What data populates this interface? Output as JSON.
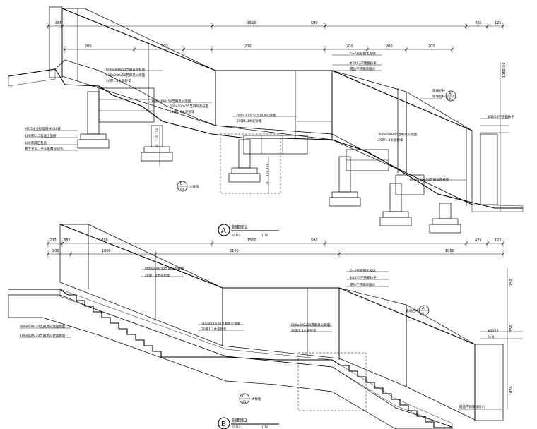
{
  "section_a": {
    "dims_top": [
      "385",
      "1510",
      "590",
      "425",
      "125"
    ],
    "dims_second": [
      "200",
      "200",
      "200",
      "200",
      "200",
      "200"
    ],
    "dims_right": [
      "1050",
      "150"
    ],
    "dims_left": [
      "20",
      "120",
      "150",
      "20",
      "120",
      "150"
    ],
    "labels": [
      "6+6夹胶钢化玻璃",
      "Φ50X3不锈钢扶手",
      "成品不锈钢驳接爪",
      "600x300x50芝麻白荔枝面",
      "600x300x50芝麻黑火烧面",
      "20厚1:3水泥砂浆",
      "600x300x50芝麻黑火烧面",
      "600x200x50芝麻灰荔枝面",
      "20厚1:3水泥砂浆",
      "600x200x50芝麻黑火烧面",
      "20厚1:3水泥砂浆",
      "300x200x50芝麻黑火烧面",
      "20厚1:3水泥砂浆",
      "M7.5水泥砂浆砌MU10砖",
      "100厚C15混凝土垫层",
      "100厚碎石垫层",
      "素土夯实，夯实系数≥94%",
      "玻璃栏杆",
      "Φ50X3不锈钢扶手",
      "600x200x50芝麻灰荔枝面"
    ],
    "callouts": [
      {
        "letter": "A",
        "sheet": "4.01",
        "text": "玻璃栏杆"
      },
      {
        "letter": "B",
        "sheet": "03",
        "text": "大样图"
      }
    ],
    "title_letter": "A",
    "title_text": "剖面图1",
    "scale_label": "SCALE",
    "scale_value": "1:20"
  },
  "section_b": {
    "dims_top": [
      "200",
      "385",
      "1800",
      "1510",
      "590",
      "425",
      "125"
    ],
    "dims_second": [
      "200",
      "1800",
      "2100",
      "1060"
    ],
    "dims_right": [
      "150",
      "150",
      "1050"
    ],
    "labels": [
      "6+6夹胶钢化玻璃",
      "Φ50X3不锈钢扶手",
      "成品不锈钢驳接爪",
      "600x300x50芝麻白荔枝面",
      "20厚1:3水泥砂浆",
      "300x600x50芝麻黑火烧面",
      "20厚1:3水泥砂浆",
      "600x300x50芝麻黑火烧面",
      "20厚1:3水泥砂浆",
      "300x600x30芝麻黑火烧面踏面",
      "100x600x30芝麻黑火烧面踢面",
      "Φ50X3",
      "6+6",
      "成品不锈钢驳接爪"
    ],
    "callouts": [
      {
        "letter": "A",
        "sheet": "4.01",
        "text": "玻璃栏杆"
      },
      {
        "letter": "C",
        "sheet": "03",
        "text": "大样图"
      }
    ],
    "title_letter": "B",
    "title_text": "剖面图2",
    "scale_label": "SCALE",
    "scale_value": "1:20"
  }
}
